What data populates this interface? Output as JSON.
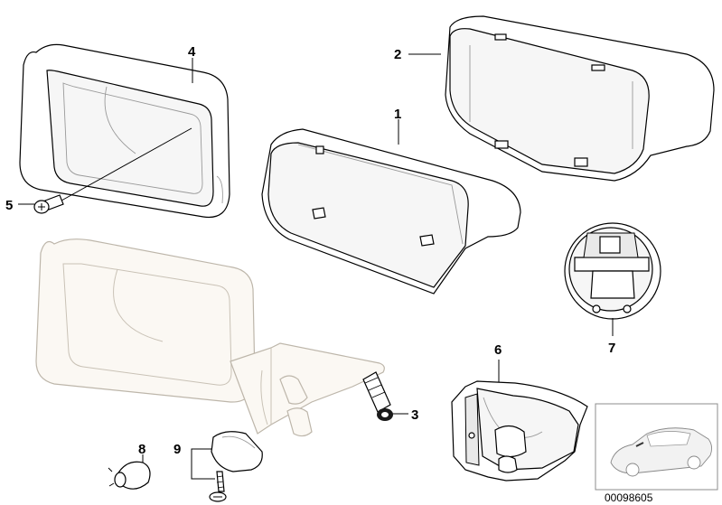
{
  "diagram": {
    "callouts": {
      "c1": "1",
      "c2": "2",
      "c3": "3",
      "c4": "4",
      "c5": "5",
      "c6": "6",
      "c7": "7",
      "c8": "8",
      "c9": "9"
    },
    "reference_number": "00098605",
    "colors": {
      "line": "#000000",
      "ghost_line": "#bdb6aa",
      "background": "#ffffff"
    }
  }
}
